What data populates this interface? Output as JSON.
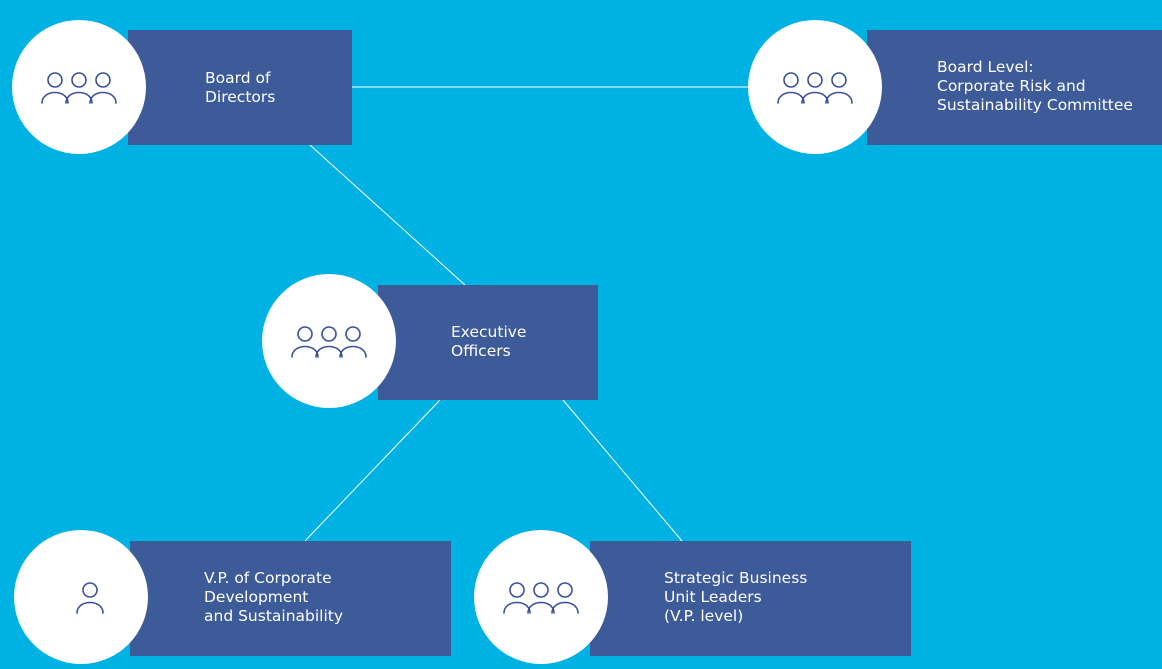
{
  "colors": {
    "background": "#00b2e3",
    "box": "#3d5a99",
    "circle": "#ffffff",
    "icon": "#3a4f9a",
    "connector": "#ffffff"
  },
  "nodes": {
    "board_of_directors": {
      "label_lines": [
        "Board of",
        "Directors"
      ],
      "icon": "group-of-three-people-icon"
    },
    "risk_committee": {
      "label_lines": [
        "Board Level:",
        "Corporate Risk and",
        "Sustainability Committee"
      ],
      "icon": "group-of-three-people-icon"
    },
    "executive_officers": {
      "label_lines": [
        "Executive",
        "Officers"
      ],
      "icon": "group-of-three-people-icon"
    },
    "vp_corporate_development": {
      "label_lines": [
        "V.P. of Corporate",
        "Development",
        "and Sustainability"
      ],
      "icon": "single-person-icon"
    },
    "business_unit_leaders": {
      "label_lines": [
        "Strategic Business",
        "Unit Leaders",
        "(V.P. level)"
      ],
      "icon": "group-of-three-people-icon"
    }
  }
}
